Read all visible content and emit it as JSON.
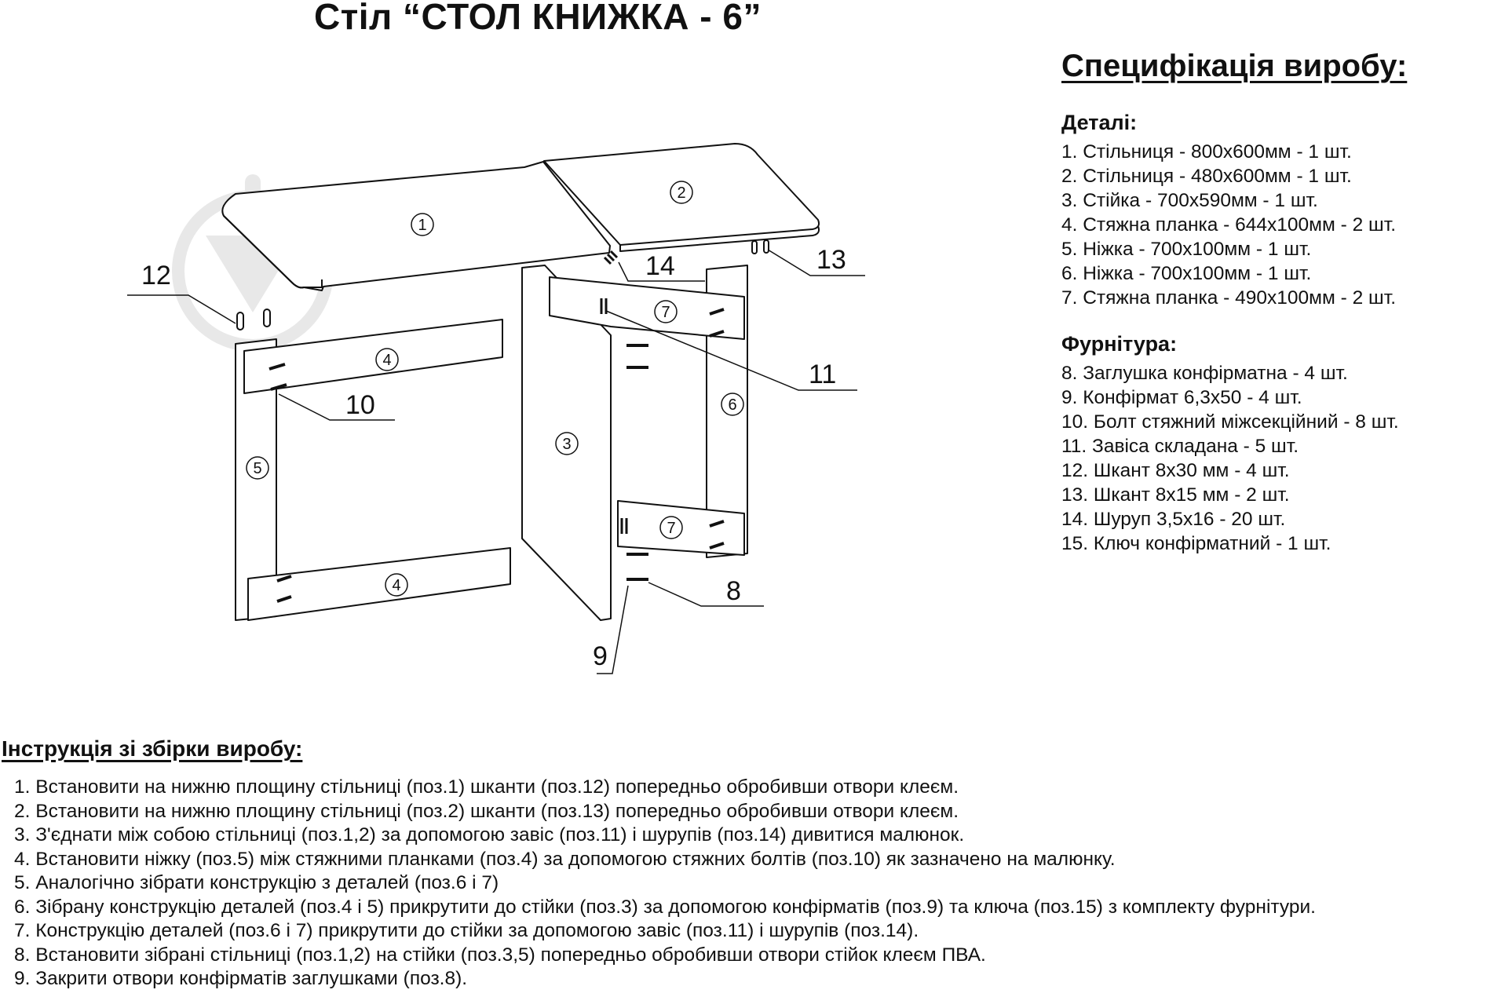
{
  "title": "Стіл “СТОЛ КНИЖКА - 6”",
  "spec": {
    "heading": "Специфікація виробу:",
    "parts_heading": "Деталі:",
    "parts": [
      "1. Стільниця - 800х600мм - 1 шт.",
      "2. Стільниця - 480х600мм - 1 шт.",
      "3. Стійка - 700х590мм - 1 шт.",
      "4. Стяжна планка - 644х100мм - 2 шт.",
      "5. Ніжка - 700х100мм - 1 шт.",
      "6. Ніжка - 700х100мм - 1 шт.",
      "7. Стяжна планка - 490х100мм - 2 шт."
    ],
    "hardware_heading": "Фурнітура:",
    "hardware": [
      "8. Заглушка конфірматна - 4 шт.",
      "9. Конфірмат 6,3х50 - 4 шт.",
      "10. Болт стяжний міжсекційний - 8 шт.",
      "11. Завіса складана - 5 шт.",
      "12. Шкант 8х30 мм - 4 шт.",
      "13. Шкант 8х15 мм - 2 шт.",
      "14. Шуруп 3,5х16 - 20 шт.",
      "15. Ключ конфірматний - 1 шт."
    ]
  },
  "drawing": {
    "markers": [
      "1",
      "2",
      "3",
      "4",
      "4",
      "5",
      "6",
      "7",
      "7"
    ],
    "callouts": [
      "12",
      "14",
      "13",
      "11",
      "10",
      "8",
      "9"
    ]
  },
  "instructions": {
    "heading": "Інструкція зі збірки виробу:",
    "steps": [
      "1. Встановити на нижню площину стільниці (поз.1) шканти (поз.12) попередньо обробивши отвори клеєм.",
      "2. Встановити на нижню площину стільниці (поз.2) шканти (поз.13) попередньо обробивши отвори клеєм.",
      "3. З'єднати між собою стільниці (поз.1,2) за допомогою завіс (поз.11) і шурупів (поз.14) дивитися малюнок.",
      "4. Встановити ніжку (поз.5) між стяжними планками (поз.4) за допомогою стяжних болтів (поз.10) як зазначено на малюнку.",
      "5. Аналогічно зібрати конструкцію з деталей (поз.6 і 7)",
      "6. Зібрану конструкцію деталей (поз.4 і 5) прикрутити до стійки (поз.3) за допомогою конфірматів (поз.9) та ключа (поз.15) з комплекту фурнітури.",
      "7. Конструкцію деталей (поз.6 і 7) прикрутити до стійки за допомогою завіс  (поз.11) і шурупів (поз.14).",
      "8. Встановити зібрані стільниці (поз.1,2) на стійки (поз.3,5) попередньо обробивши отвори стійок клеєм ПВА.",
      "9. Закрити отвори конфірматів заглушками (поз.8)."
    ]
  },
  "colors": {
    "ink": "#111111",
    "watermark": "#e6e6e6"
  }
}
